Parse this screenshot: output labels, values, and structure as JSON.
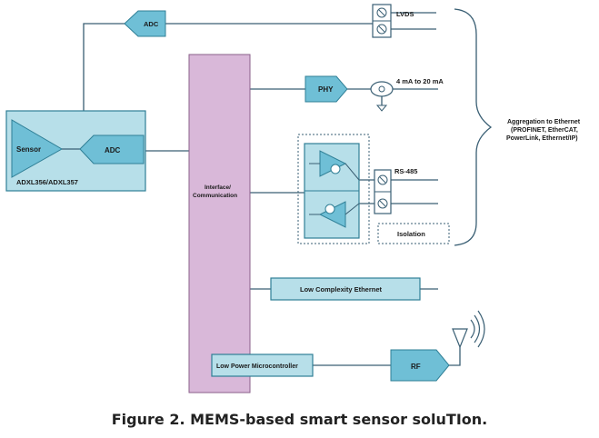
{
  "diagram": {
    "sensor_module": {
      "sensor_label": "Sensor",
      "adc_label": "ADC",
      "part_label": "ADXL356/ADXL357"
    },
    "top_adc_label": "ADC",
    "interface_label_line1": "Interface/",
    "interface_label_line2": "Communication",
    "lvds_label": "LVDS",
    "phy_label": "PHY",
    "current_loop_label": "4 mA to 20 mA",
    "rs485_label": "RS-485",
    "isolation_label": "Isolation",
    "aggregation_line1": "Aggregation to Ethernet",
    "aggregation_line2": "(PROFINET, EtherCAT,",
    "aggregation_line3": "PowerLink, Ethernet/IP)",
    "low_complexity_ethernet_label": "Low Complexity Ethernet",
    "low_power_mcu_label": "Low Power Microcontroller",
    "rf_label": "RF",
    "colors": {
      "block_fill": "#b7dfe9",
      "block_stroke": "#2f7f96",
      "interface_fill": "#d9b8d9",
      "line": "#3a5f74",
      "text": "#1a1a1a"
    }
  },
  "caption": "Figure 2. MEMS-based smart sensor soluTIon."
}
